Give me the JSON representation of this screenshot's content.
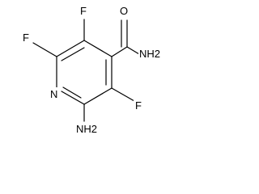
{
  "molecule": {
    "atoms": {
      "F_top": "F",
      "F_left": "F",
      "F_right": "F",
      "N_ring": "N",
      "O_carbonyl": "O",
      "NH2_amide": "NH2",
      "NH2_amino": "NH2"
    }
  }
}
